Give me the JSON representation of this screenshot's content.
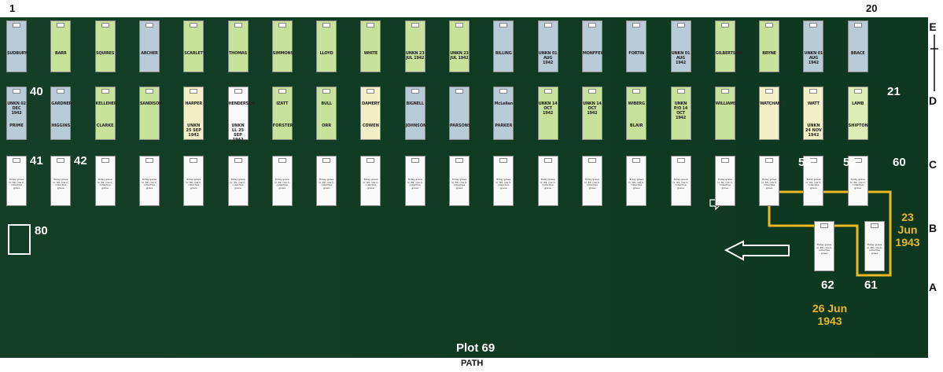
{
  "corner_labels": {
    "left": "1",
    "right": "20"
  },
  "row_labels": [
    "E",
    "D",
    "C",
    "B",
    "A"
  ],
  "plot_label": "Plot 69",
  "path_label": "PATH",
  "grave_numbers": {
    "n40": "40",
    "n21": "21",
    "n41": "41",
    "n42": "42",
    "n58": "58",
    "n59": "59",
    "n60": "60",
    "n62": "62",
    "n61": "61",
    "n80": "80"
  },
  "dates": {
    "date1_line1": "23",
    "date1_line2": "Jun",
    "date1_line3": "1943",
    "date2_line1": "26 Jun",
    "date2_line2": "1943"
  },
  "colors": {
    "background": "#0f3a22",
    "highlight": "#e9b824",
    "blue_card": "#b8ccd8",
    "green_card": "#c7e29a",
    "white_card": "#fafafa"
  },
  "row_e": [
    {
      "name": "SUDBURY",
      "color": "blue"
    },
    {
      "name": "BARR",
      "color": "green"
    },
    {
      "name": "SQUIRES",
      "color": "green"
    },
    {
      "name": "ARCHER",
      "color": "blue"
    },
    {
      "name": "SCARLETT",
      "color": "green"
    },
    {
      "name": "THOMAS",
      "color": "green"
    },
    {
      "name": "SIMMONS",
      "color": "green"
    },
    {
      "name": "LLOYD",
      "color": "green"
    },
    {
      "name": "WHITE",
      "color": "green"
    },
    {
      "name": "UNKN 23 JUL 1942",
      "color": "green"
    },
    {
      "name": "UNKN 23 JUL 1942",
      "color": "green"
    },
    {
      "name": "BILLING",
      "color": "blue"
    },
    {
      "name": "UNKN 01 AUG 1942",
      "color": "blue"
    },
    {
      "name": "MONFFEW",
      "color": "blue"
    },
    {
      "name": "FORTIN",
      "color": "blue"
    },
    {
      "name": "UNKN 01 AUG 1942",
      "color": "blue"
    },
    {
      "name": "GILBERTSON",
      "color": "green"
    },
    {
      "name": "BRYNE",
      "color": "green"
    },
    {
      "name": "UNKN 01 AUG 1942",
      "color": "blue"
    },
    {
      "name": "BRACE",
      "color": "blue"
    }
  ],
  "row_d": [
    {
      "name": "UNKN 02 DEC 1942",
      "name2": "PRIME",
      "color": "blue"
    },
    {
      "name": "GARDNER",
      "name2": "HIGGINS",
      "color": "blue"
    },
    {
      "name": "KELLEHER",
      "name2": "CLARKE",
      "color": "green"
    },
    {
      "name": "SANDISON",
      "name2": "",
      "color": "green"
    },
    {
      "name": "HARPER",
      "name2": "UNKN 25 SEP 1942",
      "color": "cream"
    },
    {
      "name": "HENDERSON",
      "name2": "UNKN LL 25 SEP 1942",
      "color": "white"
    },
    {
      "name": "IZATT",
      "name2": "FORSTER",
      "color": "green"
    },
    {
      "name": "BULL",
      "name2": "ORR",
      "color": "green"
    },
    {
      "name": "DAMERY",
      "name2": "COWEN",
      "color": "cream"
    },
    {
      "name": "BIGNELL",
      "name2": "JOHNSON",
      "color": "blue"
    },
    {
      "name": "",
      "name2": "PARSONS",
      "color": "blue"
    },
    {
      "name": "McLellan",
      "name2": "PARKER",
      "color": "blue"
    },
    {
      "name": "UNKN 14 OCT 1942",
      "name2": "",
      "color": "green"
    },
    {
      "name": "UNKN 14 OCT 1942",
      "name2": "",
      "color": "green"
    },
    {
      "name": "WIBERG",
      "name2": "BLAIR",
      "color": "green"
    },
    {
      "name": "UNKN P/O 14 OCT 1942",
      "name2": "",
      "color": "green"
    },
    {
      "name": "WILLIAMS",
      "name2": "",
      "color": "green"
    },
    {
      "name": "WATCHAM",
      "name2": "",
      "color": "cream"
    },
    {
      "name": "WATT",
      "name2": "UNKN 24 NOV 1942",
      "color": "cream"
    },
    {
      "name": "LAMB",
      "name2": "SHIPTON",
      "color": "lgreen"
    }
  ],
  "row_c_count": 20,
  "row_c_text": "Today grave nr. 69, row C, collective grave",
  "row_b_count": 2
}
